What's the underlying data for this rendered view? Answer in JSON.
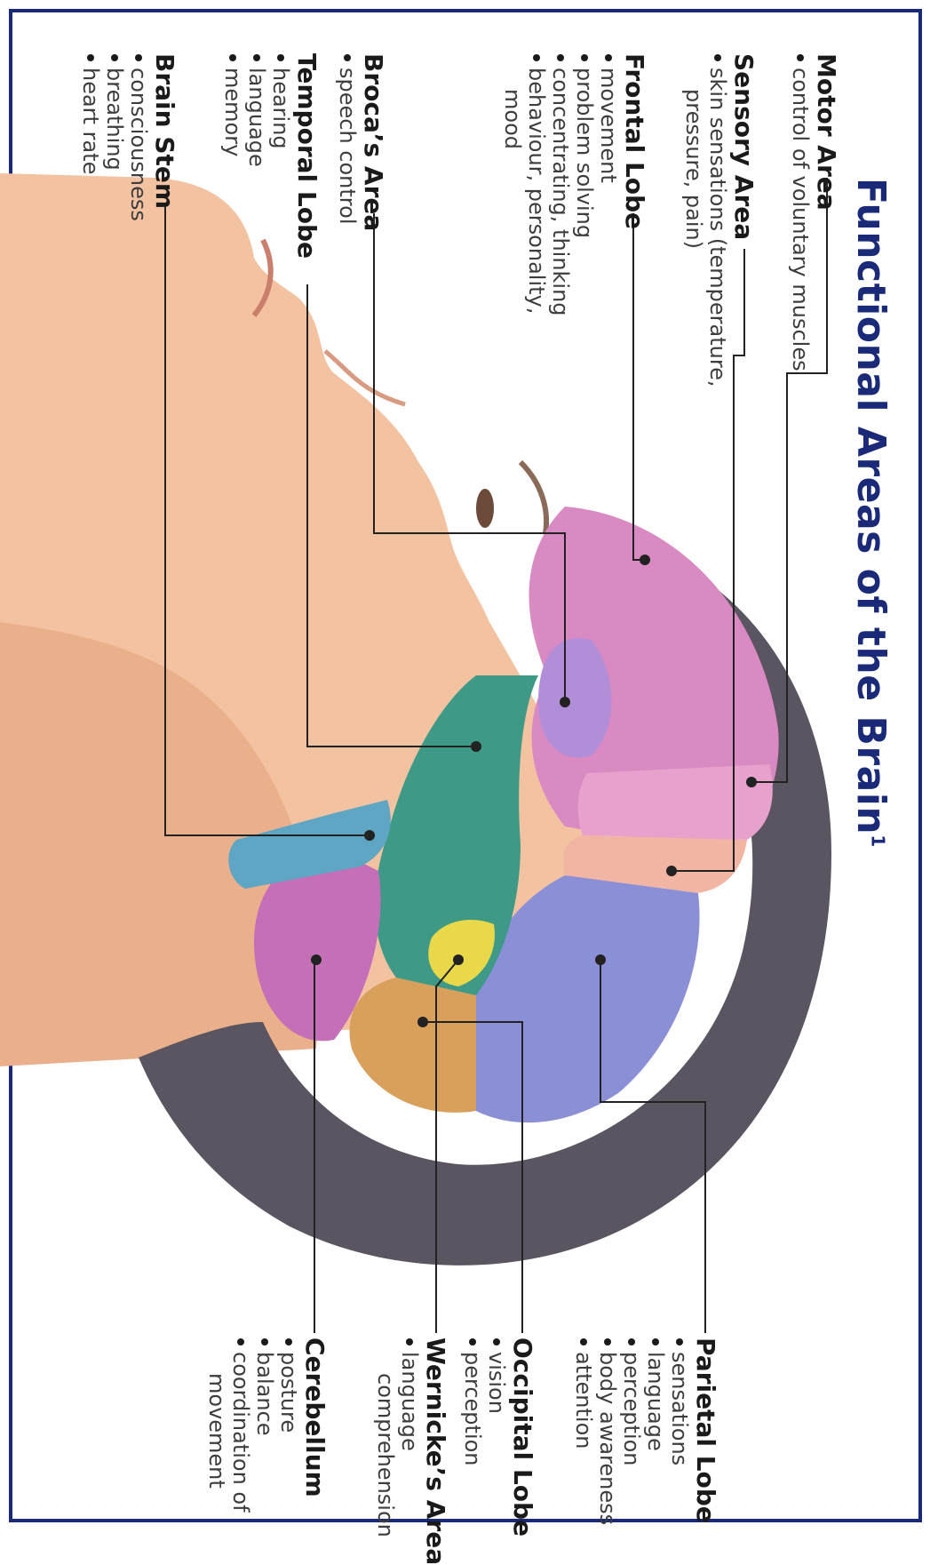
{
  "title": {
    "text": "Functional Areas of the Brain",
    "footnote": "1"
  },
  "colors": {
    "title": "#1a2a78",
    "border": "#1a2a78",
    "frontal_lobe": "#d98ac2",
    "motor_area": "#e6a2cc",
    "sensory_area": "#f2b5a4",
    "parietal_lobe": "#8b8fd6",
    "occipital_lobe": "#d8a05a",
    "temporal_lobe": "#3e9a86",
    "brocas_area": "#b38ed8",
    "wernickes_area": "#e8d84a",
    "cerebellum": "#c56fb8",
    "brain_stem": "#5ea6c4",
    "skin": "#f3c3a1",
    "hair": "#5a5560"
  },
  "left_labels": [
    {
      "name": "Motor Area",
      "items": [
        "control of voluntary muscles"
      ]
    },
    {
      "name": "Sensory Area",
      "items": [
        "skin sensations (temperature,",
        "pressure, pain)"
      ]
    },
    {
      "name": "Frontal Lobe",
      "items": [
        "movement",
        "problem solving",
        "concentrating, thinking",
        "behaviour, personality,",
        "mood"
      ]
    },
    {
      "name": "Broca’s Area",
      "items": [
        "speech control"
      ]
    },
    {
      "name": "Temporal Lobe",
      "items": [
        "hearing",
        "language",
        "memory"
      ]
    },
    {
      "name": "Brain Stem",
      "items": [
        "consciousness",
        "breathing",
        "heart rate"
      ]
    }
  ],
  "right_labels": [
    {
      "name": "Parietal Lobe",
      "items": [
        "sensations",
        "language",
        "perception",
        "body awareness",
        "attention"
      ]
    },
    {
      "name": "Occipital Lobe",
      "items": [
        "vision",
        "perception"
      ]
    },
    {
      "name": "Wernicke’s Area",
      "items": [
        "language",
        "comprehension"
      ]
    },
    {
      "name": "Cerebellum",
      "items": [
        "posture",
        "balance",
        "coordination of",
        "movement"
      ]
    }
  ]
}
